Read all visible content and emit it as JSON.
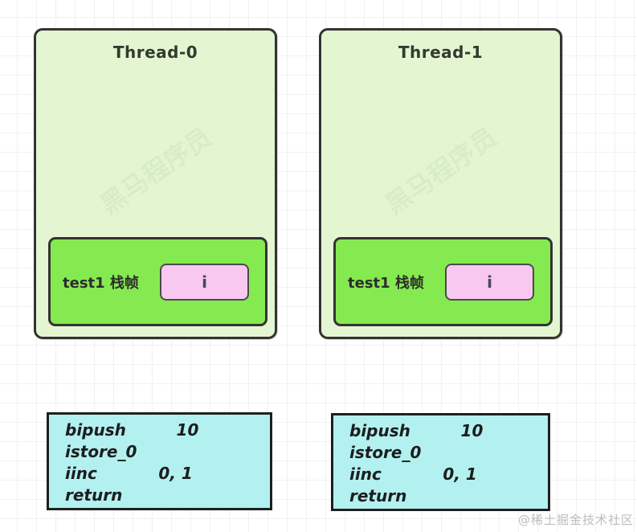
{
  "threads": [
    {
      "title": "Thread-0",
      "frame_label": "test1 栈帧",
      "slot": "i"
    },
    {
      "title": "Thread-1",
      "frame_label": "test1 栈帧",
      "slot": "i"
    }
  ],
  "bytecode": {
    "lines": [
      "bipush         10",
      "istore_0",
      "iinc           0, 1",
      "return"
    ]
  },
  "watermark": {
    "box_text": "黑马程序员",
    "credit": "@稀土掘金技术社区"
  },
  "colors": {
    "thread_box_fill": "#e3f6d1",
    "stack_frame_fill": "#85ea50",
    "var_slot_fill": "#f8c8f0",
    "bytecode_box_fill": "#b3f1f1",
    "border_dark": "#333333",
    "grid_line": "#f1f1f1",
    "credit_gray": "#bdbdbd"
  }
}
